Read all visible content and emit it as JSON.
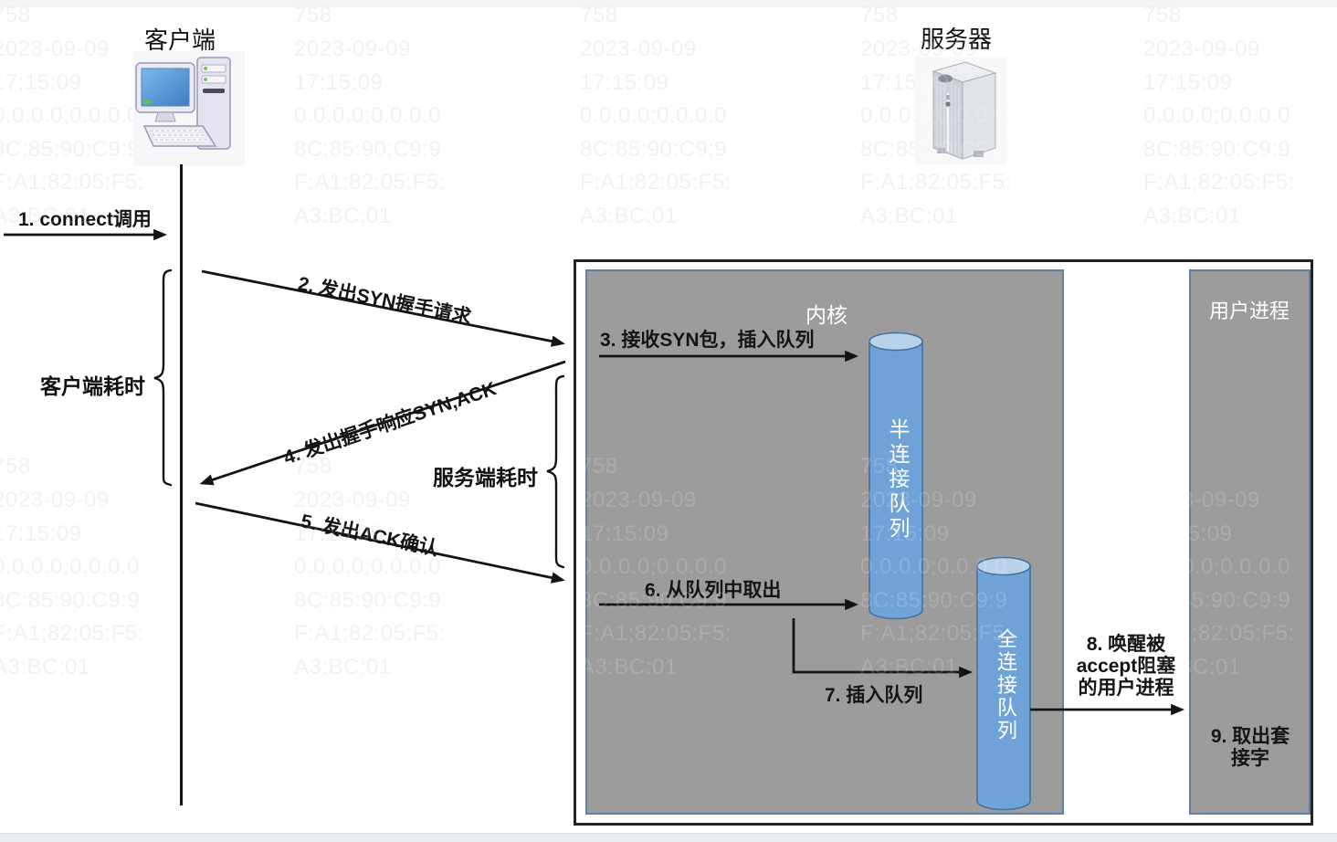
{
  "watermark": {
    "lines": [
      "758",
      "2023-09-09",
      "17:15:09",
      "0.0.0.0;0.0.0.0",
      "8C:85:90:C9:9",
      "F:A1;82:05:F5:",
      "A3:BC:01"
    ],
    "columns_x": [
      -8,
      322,
      635,
      942,
      1252
    ],
    "block_tops": [
      0,
      494
    ],
    "row_offsets": [
      3,
      40,
      77,
      113,
      150,
      186,
      223
    ]
  },
  "actors": {
    "client": {
      "title": "客户端"
    },
    "server": {
      "title": "服务器"
    }
  },
  "braces": {
    "client_elapsed": "客户端耗时",
    "server_elapsed": "服务端耗时"
  },
  "kernel": {
    "label": "内核",
    "half_queue_label": "半连接队列",
    "full_queue_label": "全连接队列"
  },
  "user_process": {
    "label": "用户进程",
    "step9_line1": "9. 取出套",
    "step9_line2": "接字"
  },
  "steps": {
    "s1": "1. connect调用",
    "s2": "2. 发出SYN握手请求",
    "s3": "3. 接收SYN包，插入队列",
    "s4": "4. 发出握手响应SYN,ACK",
    "s5": "5. 发出ACK确认",
    "s6": "6. 从队列中取出",
    "s7": "7. 插入队列",
    "s8_line1": "8. 唤醒被",
    "s8_line2": "accept阻塞",
    "s8_line3": "的用户进程"
  },
  "colors": {
    "box_fill": "#9c9c9c",
    "box_border": "#5d80a7",
    "outer_border": "#242424",
    "cylinder_body": "#6fa3d8",
    "cylinder_top": "#b9d2ea",
    "cylinder_stroke": "#44719f",
    "arrow": "#141414"
  }
}
